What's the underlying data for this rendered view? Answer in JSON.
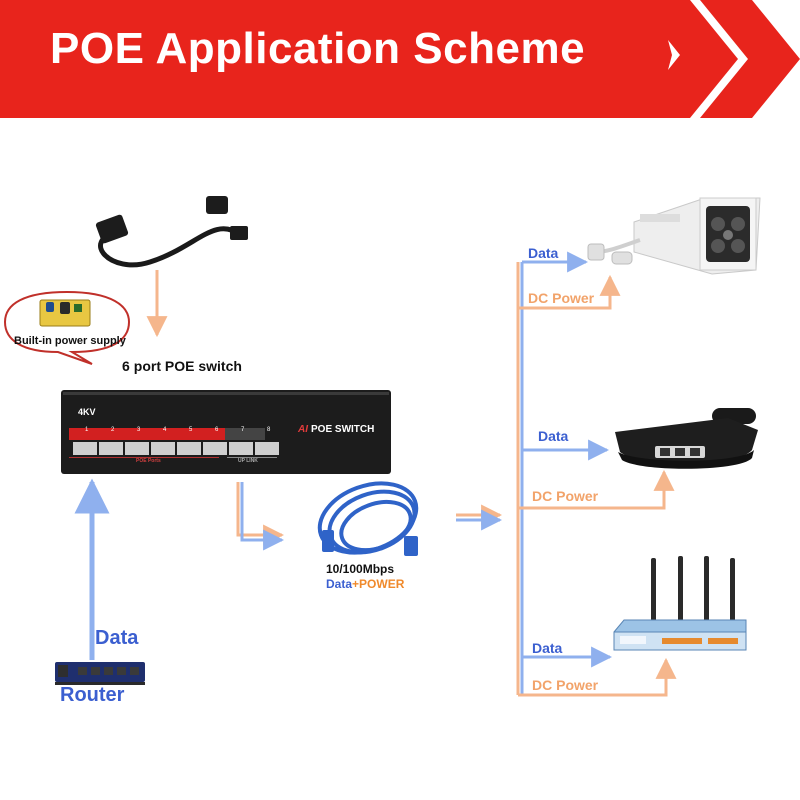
{
  "banner": {
    "title": "POE Application Scheme",
    "bg_color": "#e8241c"
  },
  "callout": {
    "label": "Built-in power supply"
  },
  "switch": {
    "caption_num": "6",
    "caption_text": "port POE switch",
    "surge_label": "4KV",
    "brand_prefix": "AI",
    "brand_label": "POE SWITCH",
    "port_numbers": [
      "1",
      "2",
      "3",
      "4",
      "5",
      "6",
      "7",
      "8"
    ],
    "poe_ports_label": "POE Ports",
    "uplink_label": "UP LINK"
  },
  "cable": {
    "speed_label": "10/100Mbps",
    "data_word": "Data",
    "power_word": "+POWER"
  },
  "router": {
    "data_label": "Data",
    "label": "Router"
  },
  "branches": [
    {
      "device": "ip-camera",
      "data_label": "Data",
      "power_label": "DC Power"
    },
    {
      "device": "ip-phone",
      "data_label": "Data",
      "power_label": "DC Power"
    },
    {
      "device": "wireless-ap",
      "data_label": "Data",
      "power_label": "DC Power"
    }
  ],
  "colors": {
    "data_blue": "#8fb0ee",
    "power_orange": "#f5b68c",
    "label_blue": "#3b5fd0",
    "label_orange": "#f2a36a"
  },
  "icons": [
    "power-cord-icon",
    "power-supply-icon",
    "poe-switch-icon",
    "ethernet-cable-icon",
    "router-icon",
    "ip-camera-icon",
    "ip-phone-icon",
    "wireless-ap-icon"
  ]
}
